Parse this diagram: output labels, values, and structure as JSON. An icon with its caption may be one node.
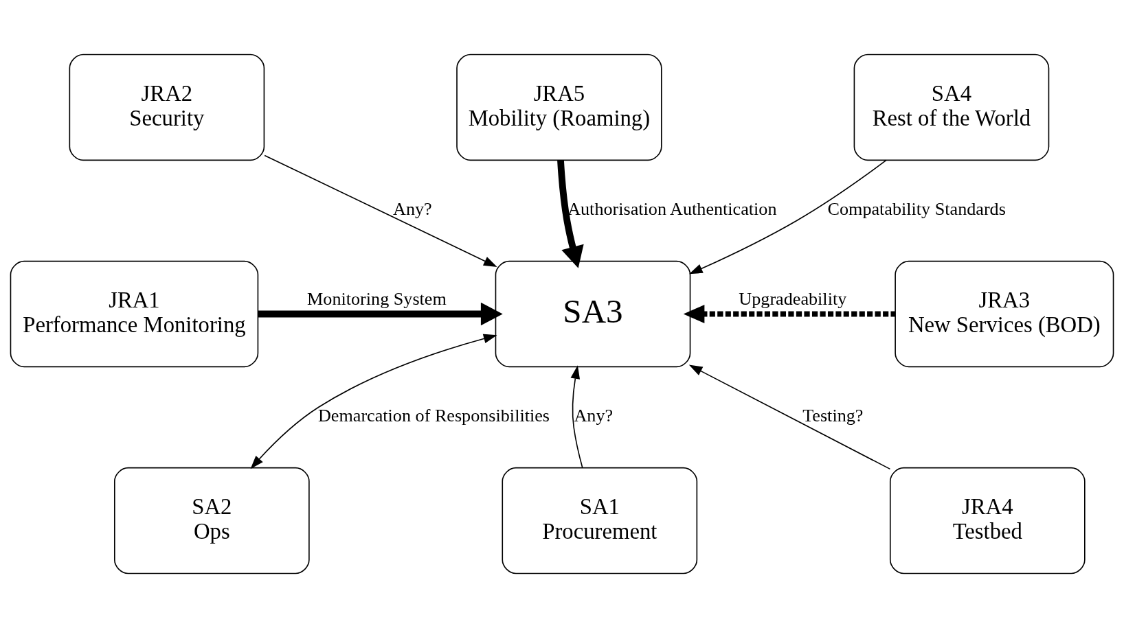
{
  "diagram": {
    "nodes": [
      {
        "text": [
          "JRA2",
          "Security"
        ]
      },
      {
        "text": [
          "JRA5",
          "Mobility (Roaming)"
        ]
      },
      {
        "text": [
          "SA4",
          "Rest of the World"
        ]
      },
      {
        "text": [
          "JRA1",
          "Performance Monitoring"
        ]
      },
      {
        "text": [
          "SA3"
        ]
      },
      {
        "text": [
          "JRA3",
          "New Services (BOD)"
        ]
      },
      {
        "text": [
          "SA2",
          "Ops"
        ]
      },
      {
        "text": [
          "SA1",
          "Procurement"
        ]
      },
      {
        "text": [
          "JRA4",
          "Testbed"
        ]
      }
    ],
    "edges": [
      {
        "from": 0,
        "to": 4,
        "arrow": "to",
        "label": "Any?"
      },
      {
        "from": 1,
        "to": 4,
        "arrow": "to",
        "label": "Authorisation Authentication",
        "style": "thick"
      },
      {
        "from": 2,
        "to": 4,
        "arrow": "to",
        "label": "Compatability Standards"
      },
      {
        "from": 3,
        "to": 4,
        "arrow": "to",
        "label": "Monitoring System",
        "style": "thick"
      },
      {
        "from": 5,
        "to": 4,
        "arrow": "to",
        "label": "Upgradeability",
        "style": "dashed"
      },
      {
        "from": 6,
        "to": 4,
        "arrow": "both",
        "label": "Demarcation of Responsibilities"
      },
      {
        "from": 7,
        "to": 4,
        "arrow": "to",
        "label": "Any?"
      },
      {
        "from": 8,
        "to": 4,
        "arrow": "to",
        "label": "Testing?"
      }
    ]
  }
}
